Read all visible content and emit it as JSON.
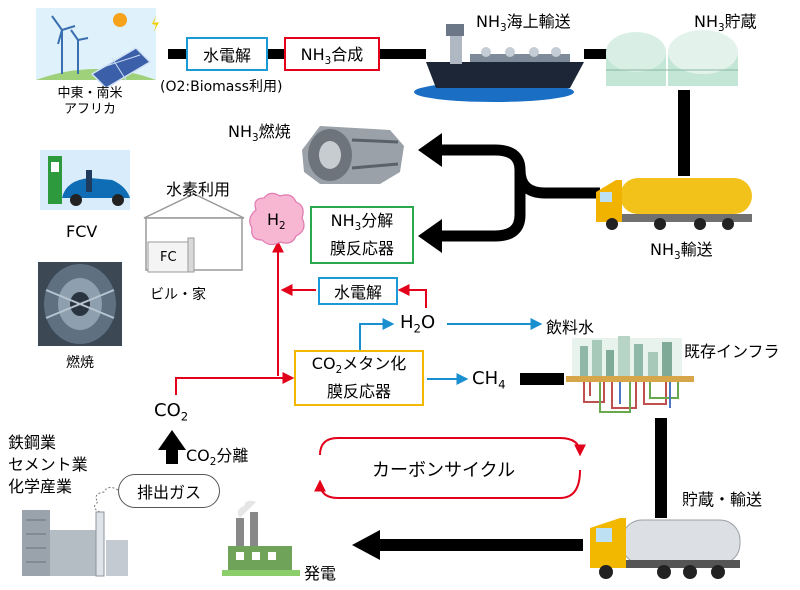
{
  "production": {
    "electrolysis": "水電解",
    "nh3_synthesis_prefix": "NH",
    "nh3_synthesis_sub": "3",
    "nh3_synthesis_suffix": "合成",
    "o2_note": "(O2:Biomass利用)",
    "region_line1": "中東・南米",
    "region_line2": "アフリカ"
  },
  "shipping": {
    "prefix": "NH",
    "sub": "3",
    "suffix": "海上輸送"
  },
  "storage": {
    "prefix": "NH",
    "sub": "3",
    "suffix": "貯蔵"
  },
  "combustion": {
    "prefix": "NH",
    "sub": "3",
    "suffix": "燃焼"
  },
  "transport": {
    "prefix": "NH",
    "sub": "3",
    "suffix": "輸送"
  },
  "hydrogen_use": {
    "title": "水素利用",
    "fc_label": "FC",
    "building_label": "ビル・家",
    "fcv_label": "FCV",
    "burn_label": "燃焼"
  },
  "h2": {
    "prefix": "H",
    "sub": "2"
  },
  "decomposition": {
    "line1_prefix": "NH",
    "line1_sub": "3",
    "line1_suffix": "分解",
    "line2": "膜反応器"
  },
  "electrolysis2": "水電解",
  "water": {
    "prefix": "H",
    "sub": "2",
    "suffix": "O",
    "drinking": "飲料水"
  },
  "methanation": {
    "line1_prefix": "CO",
    "line1_sub": "2",
    "line1_suffix": "メタン化",
    "line2": "膜反応器"
  },
  "methane": {
    "prefix": "CH",
    "sub": "4"
  },
  "infra": "既存インフラ",
  "co2": {
    "prefix": "CO",
    "sub": "2"
  },
  "co2_separation": {
    "prefix": "CO",
    "sub": "2",
    "suffix": "分離"
  },
  "industry": {
    "line1": "鉄鋼業",
    "line2": "セメント業",
    "line3": "化学産業"
  },
  "exhaust": "排出ガス",
  "carbon_cycle": "カーボンサイクル",
  "storage_transport": "貯蔵・輸送",
  "power": "発電",
  "colors": {
    "blue_box": "#1a9ad6",
    "red_box": "#e3001b",
    "green_box": "#2aa84a",
    "yellow_box": "#f2b800",
    "red_arrow": "#e3001b",
    "blue_arrow": "#1a8fd0",
    "h2_cloud": "#f7b6d2",
    "black": "#000000"
  },
  "icons": [
    "solar-wind-icon",
    "tanker-ship-icon",
    "storage-tanks-icon",
    "gas-turbine-icon",
    "tank-truck-icon",
    "fcv-car-icon",
    "building-house-icon",
    "turbine-blades-icon",
    "city-infra-icon",
    "factory-icon",
    "power-plant-icon",
    "tank-lorry-icon"
  ]
}
